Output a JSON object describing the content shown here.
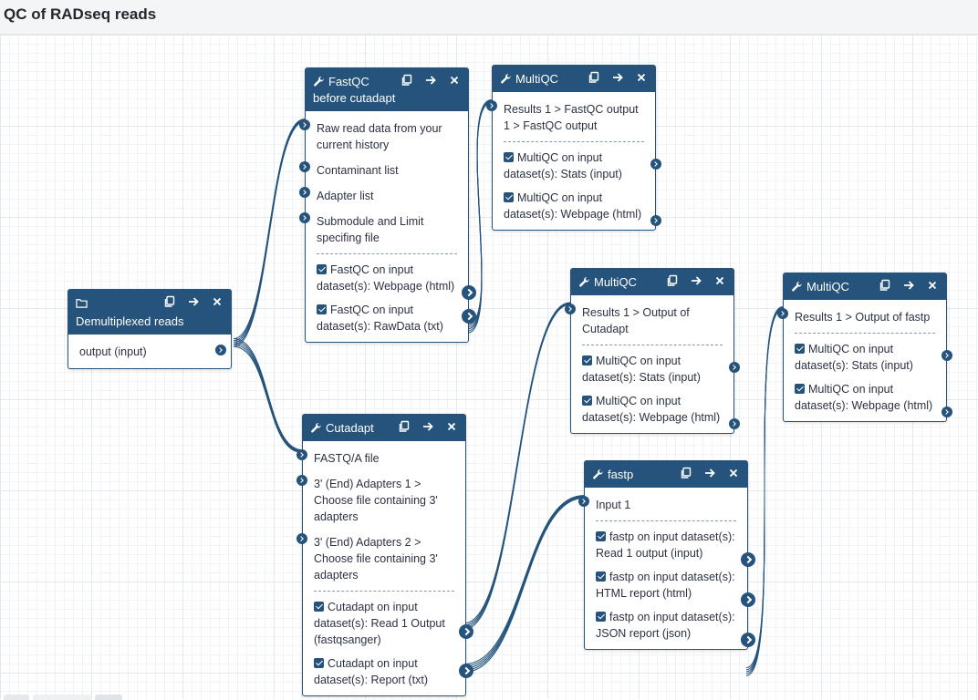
{
  "page_title": "QC of RADseq reads",
  "icons": {
    "tool": "wrench-icon",
    "input": "folder-icon",
    "copy": "copy-icon",
    "forward": "arrow-right-icon",
    "close": "close-icon",
    "checkbox": "checkbox-checked-icon",
    "terminal": "chevron-right-circle-icon"
  },
  "colors": {
    "node_header": "#25537b",
    "terminal": "#25537b",
    "wire": "#25537b"
  },
  "nodes": {
    "demux": {
      "title": "Demultiplexed reads",
      "outputs": [
        "output (input)"
      ]
    },
    "fastqc": {
      "title": "FastQC",
      "subtitle": "before cutadapt",
      "inputs": [
        "Raw read data from your current history",
        "Contaminant list",
        "Adapter list",
        "Submodule and Limit specifing file"
      ],
      "outputs": [
        "FastQC on input dataset(s): Webpage (html)",
        "FastQC on input dataset(s): RawData (txt)"
      ]
    },
    "multiqc1": {
      "title": "MultiQC",
      "inputs": [
        "Results 1 > FastQC output 1 > FastQC output"
      ],
      "outputs": [
        "MultiQC on input dataset(s): Stats (input)",
        "MultiQC on input dataset(s): Webpage (html)"
      ]
    },
    "cutadapt": {
      "title": "Cutadapt",
      "inputs": [
        "FASTQ/A file",
        "3' (End) Adapters 1 > Choose file containing 3' adapters",
        "3' (End) Adapters 2 > Choose file containing 3' adapters"
      ],
      "outputs": [
        "Cutadapt on input dataset(s): Read 1 Output (fastqsanger)",
        "Cutadapt on input dataset(s): Report (txt)"
      ]
    },
    "multiqc2": {
      "title": "MultiQC",
      "inputs": [
        "Results 1 > Output of Cutadapt"
      ],
      "outputs": [
        "MultiQC on input dataset(s): Stats (input)",
        "MultiQC on input dataset(s): Webpage (html)"
      ]
    },
    "fastp": {
      "title": "fastp",
      "inputs": [
        "Input 1"
      ],
      "outputs": [
        "fastp on input dataset(s): Read 1 output (input)",
        "fastp on input dataset(s): HTML report (html)",
        "fastp on input dataset(s): JSON report (json)"
      ]
    },
    "multiqc3": {
      "title": "MultiQC",
      "inputs": [
        "Results 1 > Output of fastp"
      ],
      "outputs": [
        "MultiQC on input dataset(s): Stats (input)",
        "MultiQC on input dataset(s): Webpage (html)"
      ]
    }
  }
}
